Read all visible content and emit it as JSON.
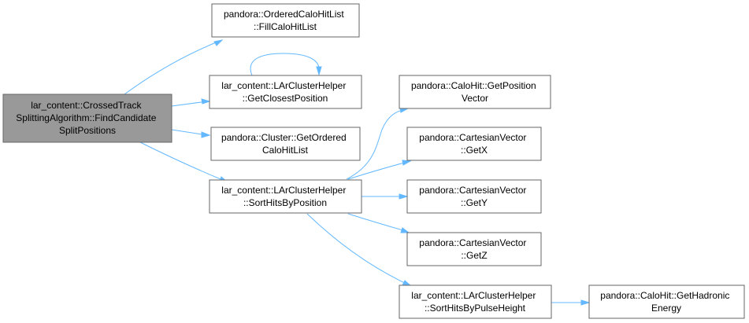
{
  "graph": {
    "colors": {
      "root_fill": "#999999",
      "node_fill": "#ffffff",
      "node_border": "#666666",
      "edge": "#63b8ff"
    },
    "nodes": {
      "root": {
        "lines": [
          "lar_content::CrossedTrack",
          "SplittingAlgorithm::FindCandidate",
          "SplitPositions"
        ]
      },
      "fill_calo_hit_list": {
        "lines": [
          "pandora::OrderedCaloHitList",
          "::FillCaloHitList"
        ]
      },
      "get_closest_position": {
        "lines": [
          "lar_content::LArClusterHelper",
          "::GetClosestPosition"
        ]
      },
      "get_ordered_calo_hit_list": {
        "lines": [
          "pandora::Cluster::GetOrdered",
          "CaloHitList"
        ]
      },
      "sort_hits_by_position": {
        "lines": [
          "lar_content::LArClusterHelper",
          "::SortHitsByPosition"
        ]
      },
      "get_position_vector": {
        "lines": [
          "pandora::CaloHit::GetPosition",
          "Vector"
        ]
      },
      "get_x": {
        "lines": [
          "pandora::CartesianVector",
          "::GetX"
        ]
      },
      "get_y": {
        "lines": [
          "pandora::CartesianVector",
          "::GetY"
        ]
      },
      "get_z": {
        "lines": [
          "pandora::CartesianVector",
          "::GetZ"
        ]
      },
      "sort_hits_by_pulse_height": {
        "lines": [
          "lar_content::LArClusterHelper",
          "::SortHitsByPulseHeight"
        ]
      },
      "get_hadronic_energy": {
        "lines": [
          "pandora::CaloHit::GetHadronic",
          "Energy"
        ]
      }
    },
    "edges": [
      {
        "from": "root",
        "to": "fill_calo_hit_list"
      },
      {
        "from": "root",
        "to": "get_closest_position"
      },
      {
        "from": "get_closest_position",
        "to": "get_closest_position"
      },
      {
        "from": "root",
        "to": "get_ordered_calo_hit_list"
      },
      {
        "from": "root",
        "to": "sort_hits_by_position"
      },
      {
        "from": "sort_hits_by_position",
        "to": "get_position_vector"
      },
      {
        "from": "sort_hits_by_position",
        "to": "get_x"
      },
      {
        "from": "sort_hits_by_position",
        "to": "get_y"
      },
      {
        "from": "sort_hits_by_position",
        "to": "get_z"
      },
      {
        "from": "sort_hits_by_position",
        "to": "sort_hits_by_pulse_height"
      },
      {
        "from": "sort_hits_by_pulse_height",
        "to": "get_hadronic_energy"
      }
    ]
  }
}
